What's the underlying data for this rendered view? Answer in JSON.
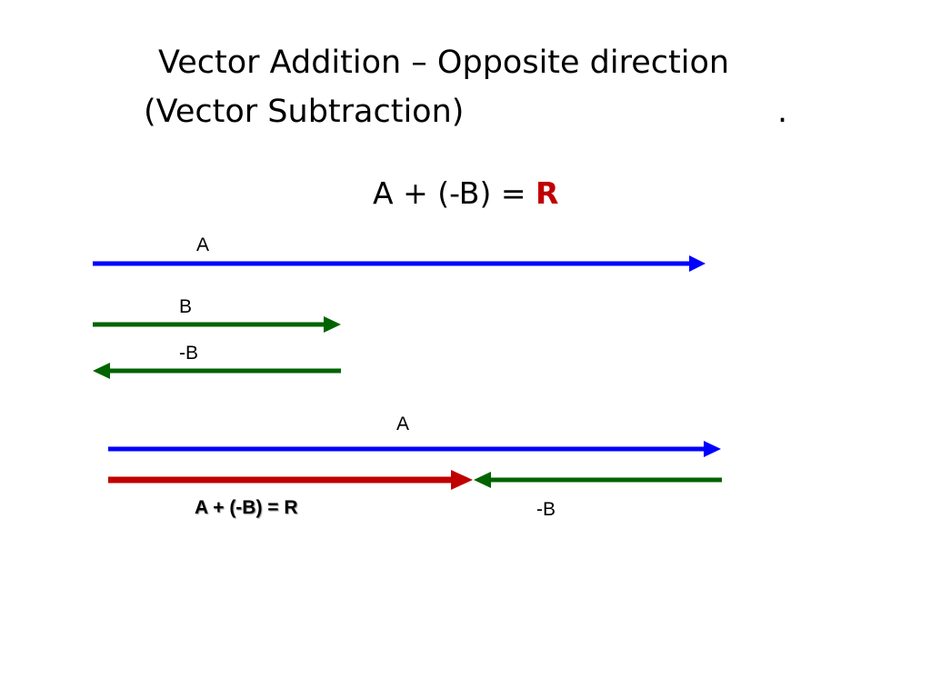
{
  "slide": {
    "title_line_1": "Vector Addition – Opposite direction",
    "title_line_2": "(Vector Subtraction)",
    "title_dot": ".",
    "equation_lhs": "A + (-B) = ",
    "equation_rhs": "R",
    "equation_rhs_color": "#c00000"
  },
  "vectors": {
    "a_top_label": "A",
    "b_label": "B",
    "neg_b_top_label": "-B",
    "a_bottom_label": "A",
    "neg_b_bottom_label": "-B",
    "result_label": "A + (-B) = R"
  },
  "colors": {
    "vector_a": "#0000ff",
    "vector_b": "#006400",
    "vector_result": "#c00000"
  }
}
